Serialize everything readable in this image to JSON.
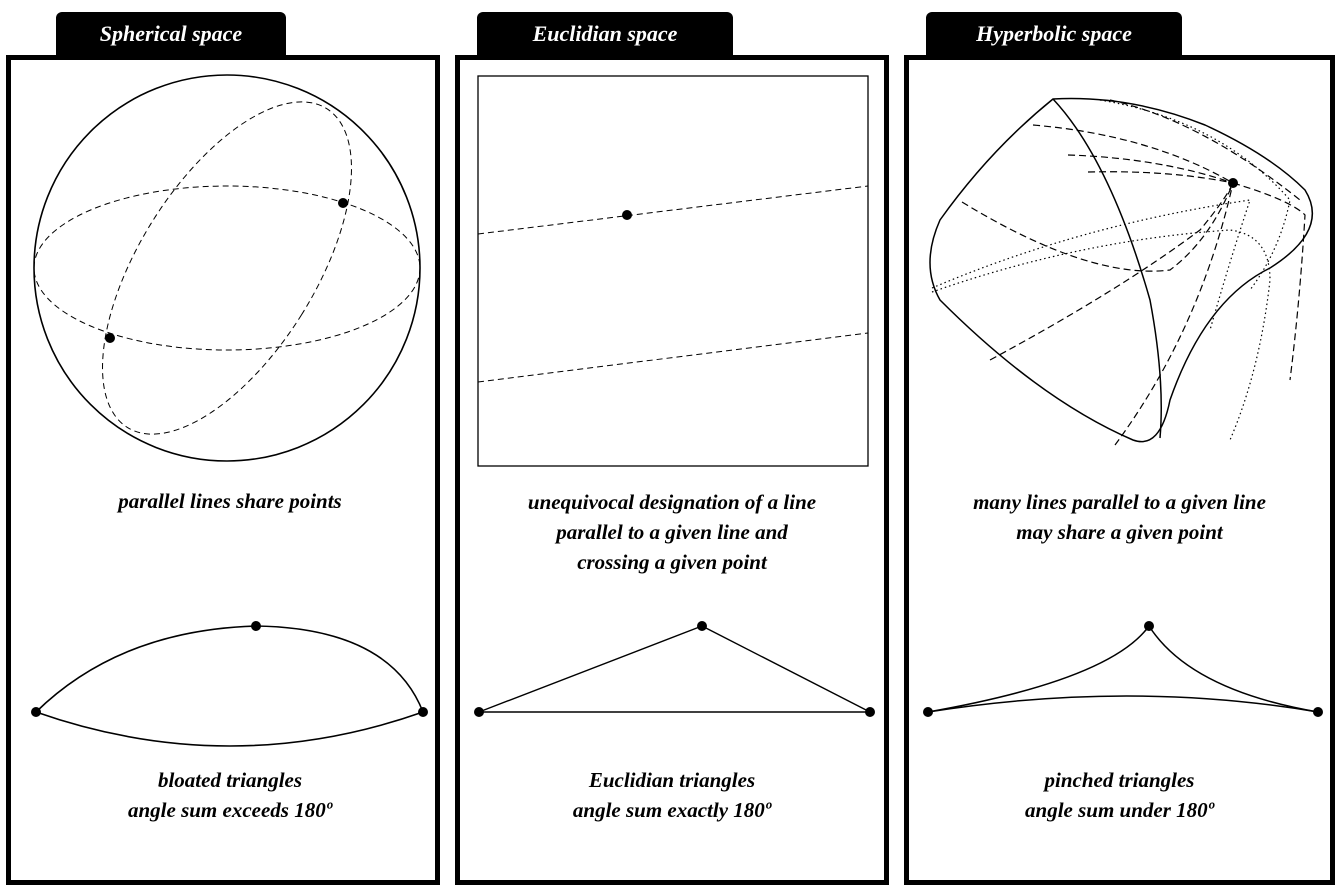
{
  "panels": [
    {
      "title": "Spherical space",
      "caption": [
        "parallel lines share points"
      ],
      "triangle_caption": [
        "bloated triangles",
        "angle sum exceeds 180º"
      ]
    },
    {
      "title": "Euclidian space",
      "caption": [
        "unequivocal designation of a line",
        "parallel to a given line and",
        "crossing a given point"
      ],
      "triangle_caption": [
        "Euclidian triangles",
        "angle sum exactly 180º"
      ]
    },
    {
      "title": "Hyperbolic space",
      "caption": [
        "many lines parallel to a given line",
        "may share a given point"
      ],
      "triangle_caption": [
        "pinched triangles",
        "angle sum under 180º"
      ]
    }
  ]
}
